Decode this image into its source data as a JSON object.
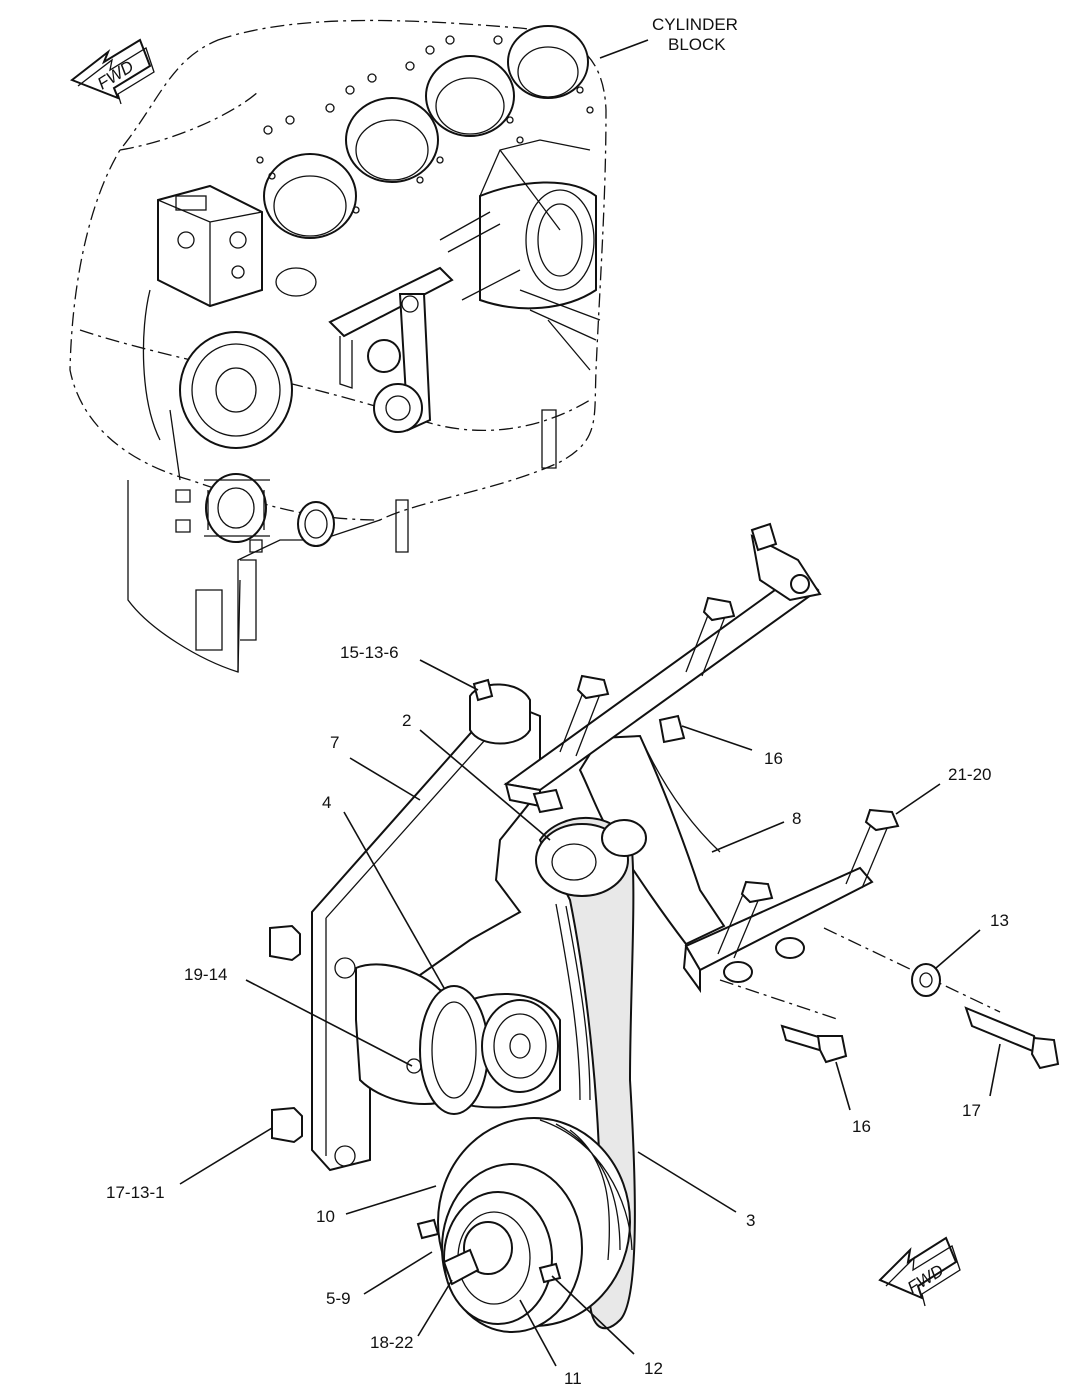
{
  "fwd_label": "FWD",
  "cylinder_block_label": "CYLINDER\nBLOCK",
  "cylinder_block_line1": "CYLINDER",
  "cylinder_block_line2": "BLOCK",
  "callouts": [
    "15-13-6",
    "2",
    "7",
    "4",
    "16",
    "21-20",
    "8",
    "13",
    "19-14",
    "16",
    "17",
    "17-13-1",
    "10",
    "3",
    "5-9",
    "18-22",
    "11",
    "12"
  ]
}
